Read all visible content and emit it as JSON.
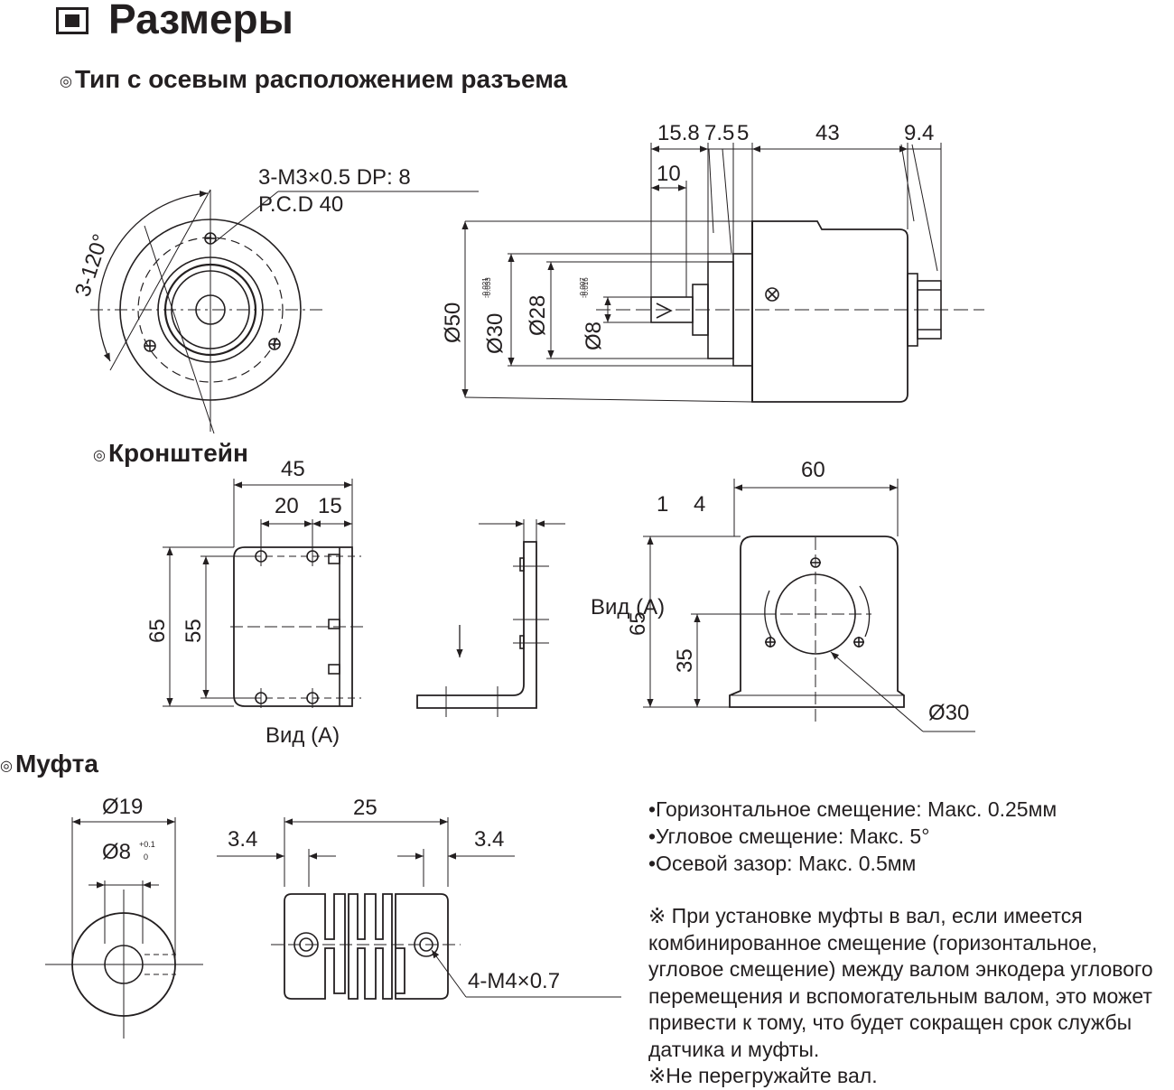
{
  "title": "Размеры",
  "sections": {
    "axial": "Тип с осевым расположением разъема",
    "bracket": "Кронштейн",
    "coupling": "Муфта"
  },
  "section_marker": "◎",
  "dims": {
    "front": {
      "thread": "3-M3×0.5 DP: 8",
      "pcd": "P.C.D 40",
      "angle": "3-120°"
    },
    "side": {
      "l1": "15.8",
      "l2": "7.5",
      "l3": "5",
      "l4": "43",
      "l5": "9.4",
      "l6": "10",
      "d50": "Ø50",
      "d30": "Ø30",
      "d30_tol": "-0.021",
      "d30_tol2": "-0.033",
      "d28": "Ø28",
      "d8": "Ø8",
      "d8_tol": "-0.007",
      "d8_tol2": "-0.016"
    },
    "bracket": {
      "w45": "45",
      "w20": "20",
      "w15": "15",
      "h65": "65",
      "h55": "55",
      "view_a": "Вид  (A)",
      "t1": "1",
      "t4": "4",
      "w60": "60",
      "view_a2": "Вид  (A)",
      "h65b": "65",
      "h35": "35",
      "d30": "Ø30"
    },
    "coupling": {
      "d19": "Ø19",
      "d8": "Ø8",
      "tol_plus": "+0.1",
      "tol_zero": "0",
      "l25": "25",
      "l34a": "3.4",
      "l34b": "3.4",
      "screw": "4-M4×0.7"
    }
  },
  "specs": [
    "•Горизонтальное смещение: Макс. 0.25мм",
    "•Угловое смещение: Макс. 5°",
    "•Осевой зазор: Макс. 0.5мм"
  ],
  "notes": [
    "※ При установке муфты в вал, если имеется комбинированное смещение (горизонтальное, угловое смещение) между валом энкодера углового перемещения и вспомогательным валом, это может привести к тому, что будет сокращен срок службы датчика и муфты.",
    "※Не перегружайте вал."
  ]
}
